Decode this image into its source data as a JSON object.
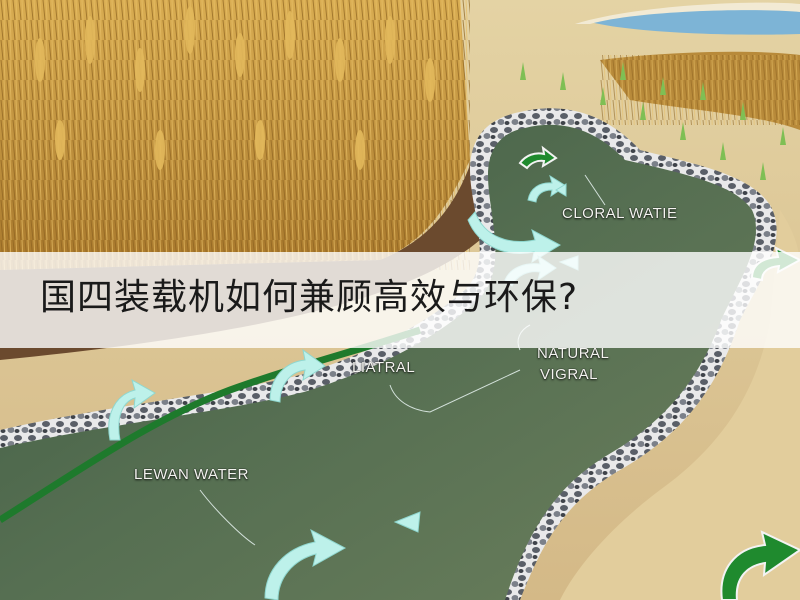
{
  "title": "国四装载机如何兼顾高效与环保?",
  "annotations": {
    "cloral_water": "CLORAL WATIE",
    "liatral": "LIATRAL",
    "natural": "NATURAL",
    "vigral": "VIGRAL",
    "lewan_water": "LEWAN WATER"
  },
  "colors": {
    "wheat": "#c89a3c",
    "water": "#4d6a4a",
    "arrow": "#bdf1ea",
    "green_arrow": "#1f8a2e",
    "stone": "#6a6f78",
    "sand": "#dcc795",
    "pool": "#7db4d6"
  }
}
